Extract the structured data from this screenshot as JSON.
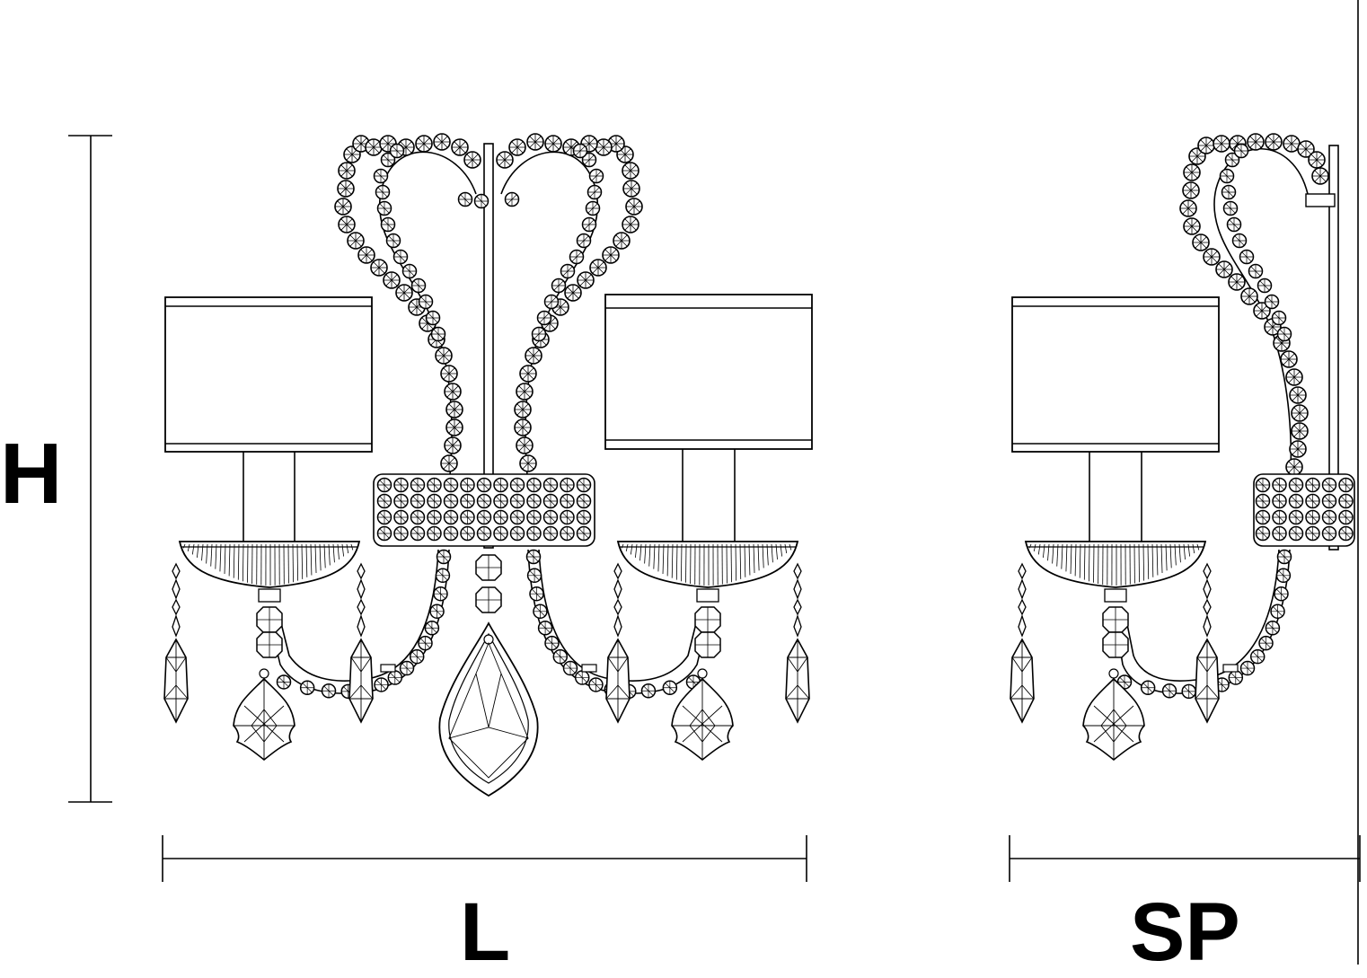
{
  "dimensions": {
    "height_label": "H",
    "length_label": "L",
    "depth_label": "SP"
  },
  "colors": {
    "line": "#000000",
    "background": "#ffffff"
  }
}
